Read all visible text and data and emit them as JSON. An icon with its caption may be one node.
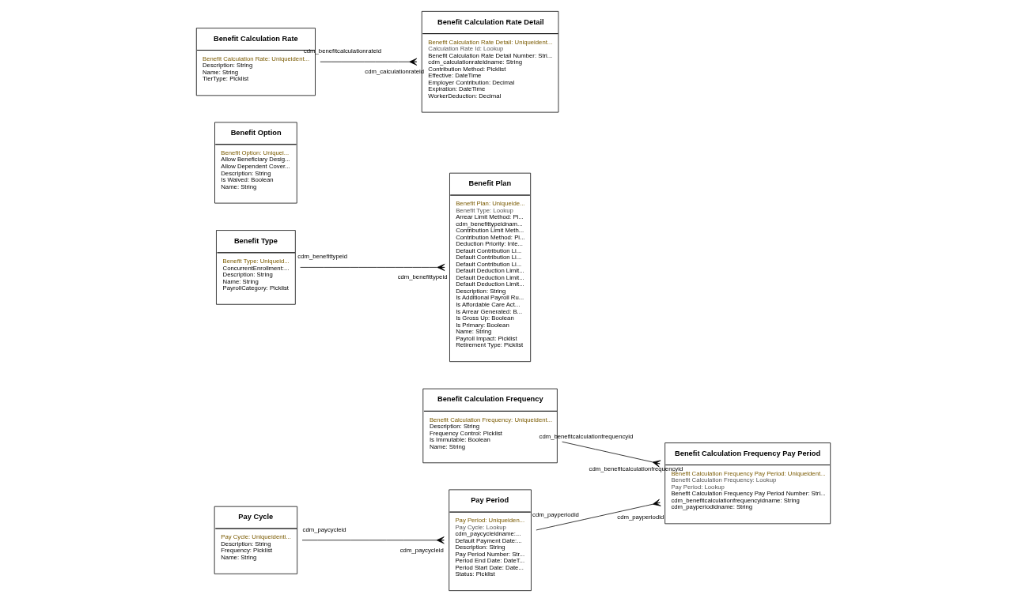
{
  "diagram": {
    "nodes": [
      {
        "text": [
          "Pay Period",
          "Pay Period: Uniqueiden...",
          "Pay Cycle: Lookup",
          "cdm_paycycleidname:...",
          "Default Payment Date:...",
          "Description: String",
          "Pay Period Number: Str...",
          "Period End Date: DateT...",
          "Period Start Date: Date...",
          "Status: Picklist"
        ]
      },
      {
        "text": [
          "Benefit Calculation Frequency Pay Period",
          "Benefit Calculation Frequency Pay Period: Uniqueident...",
          "Benefit Calculation Frequency: Lookup",
          "Pay Period: Lookup",
          "Benefit Calculation Frequency Pay Period Number: Stri...",
          "cdm_benefitcalculationfrequencyidname: String",
          "cdm_payperiodidname: String"
        ]
      },
      {
        "text": [
          "Benefit Type",
          "Benefit Type: Uniqueid...",
          "ConcurrentEnrollment:...",
          "Description: String",
          "Name: String",
          "PayrollCategory: Picklist"
        ]
      },
      {
        "text": [
          "Benefit Option",
          "Benefit Option: Uniquei...",
          "Allow Beneficiary Desig...",
          "Allow Dependent Cover...",
          "Description: String",
          "Is Waived: Boolean",
          "Name: String"
        ]
      },
      {
        "text": [
          "Benefit Calculation Rate",
          "Benefit Calculation Rate: Uniqueident...",
          "Description: String",
          "Name: String",
          "TierType: Picklist"
        ]
      },
      {
        "text": [
          "Benefit Plan",
          "Benefit Plan: Uniqueide...",
          "Benefit Type: Lookup",
          "Arrear Limit Method: Pi...",
          "cdm_benefittypeidnam...",
          "Contribution Limit Meth...",
          "Contribution Method: Pi...",
          "Deduction Priority: Inte...",
          "Default Contribution Li...",
          "Default Contribution Li...",
          "Default Contribution Li...",
          "Default Deduction Limit...",
          "Default Deduction Limit...",
          "Default Deduction Limit...",
          "Description: String",
          "Is Additional Payroll Ru...",
          "Is Affordable Care Act...",
          "Is Arrear Generated: B...",
          "Is Gross Up: Boolean",
          "Is Primary: Boolean",
          "Name: String",
          "Payroll Impact: Picklist",
          "Retirement Type: Picklist"
        ]
      },
      {
        "text": [
          "Pay Cycle",
          "Pay Cycle: Uniqueidenti...",
          "Description: String",
          "Frequency: Picklist",
          "Name: String"
        ]
      },
      {
        "text": [
          "Benefit Calculation Frequency",
          "Benefit Calculation Frequency: Uniqueident...",
          "Description: String",
          "Frequency Control: Picklist",
          "Is Immutable: Boolean",
          "Name: String"
        ]
      },
      {
        "text": [
          "Benefit Calculation Rate Detail",
          "Benefit Calculation Rate Detail: Uniqueident...",
          "Calculation Rate Id: Lookup",
          "Benefit Calculation Rate Detail Number: Stri...",
          "cdm_calculationrateidname: String",
          "Contribution Method: Picklist",
          "Effective: DateTime",
          "Employer Contribution: Decimal",
          "Expiration: DateTime",
          "WorkerDeduction: Decimal"
        ]
      }
    ],
    "edges": [
      {
        "from": 0,
        "to": 1,
        "arrow": "other",
        "label": "cdm_payperiodid"
      },
      {
        "from": 6,
        "to": 0,
        "arrow": "other",
        "label": "cdm_paycycleid"
      },
      {
        "from": 7,
        "to": 1,
        "arrow": "other",
        "label": "cdm_benefitcalculationfrequencyid"
      },
      {
        "from": 2,
        "to": 5,
        "arrow": "other",
        "label": "cdm_benefittypeid"
      },
      {
        "from": 4,
        "to": 8,
        "arrow": "other",
        "label": "cdm_benefitcalculationrateid"
      }
    ],
    "labels": [
      "cdm_payperiodid",
      "cdm_paycycleid",
      "cdm_benefitcalculationfrequencyid",
      "cdm_benefittypeid",
      "cdm_calculationrateid"
    ]
  }
}
